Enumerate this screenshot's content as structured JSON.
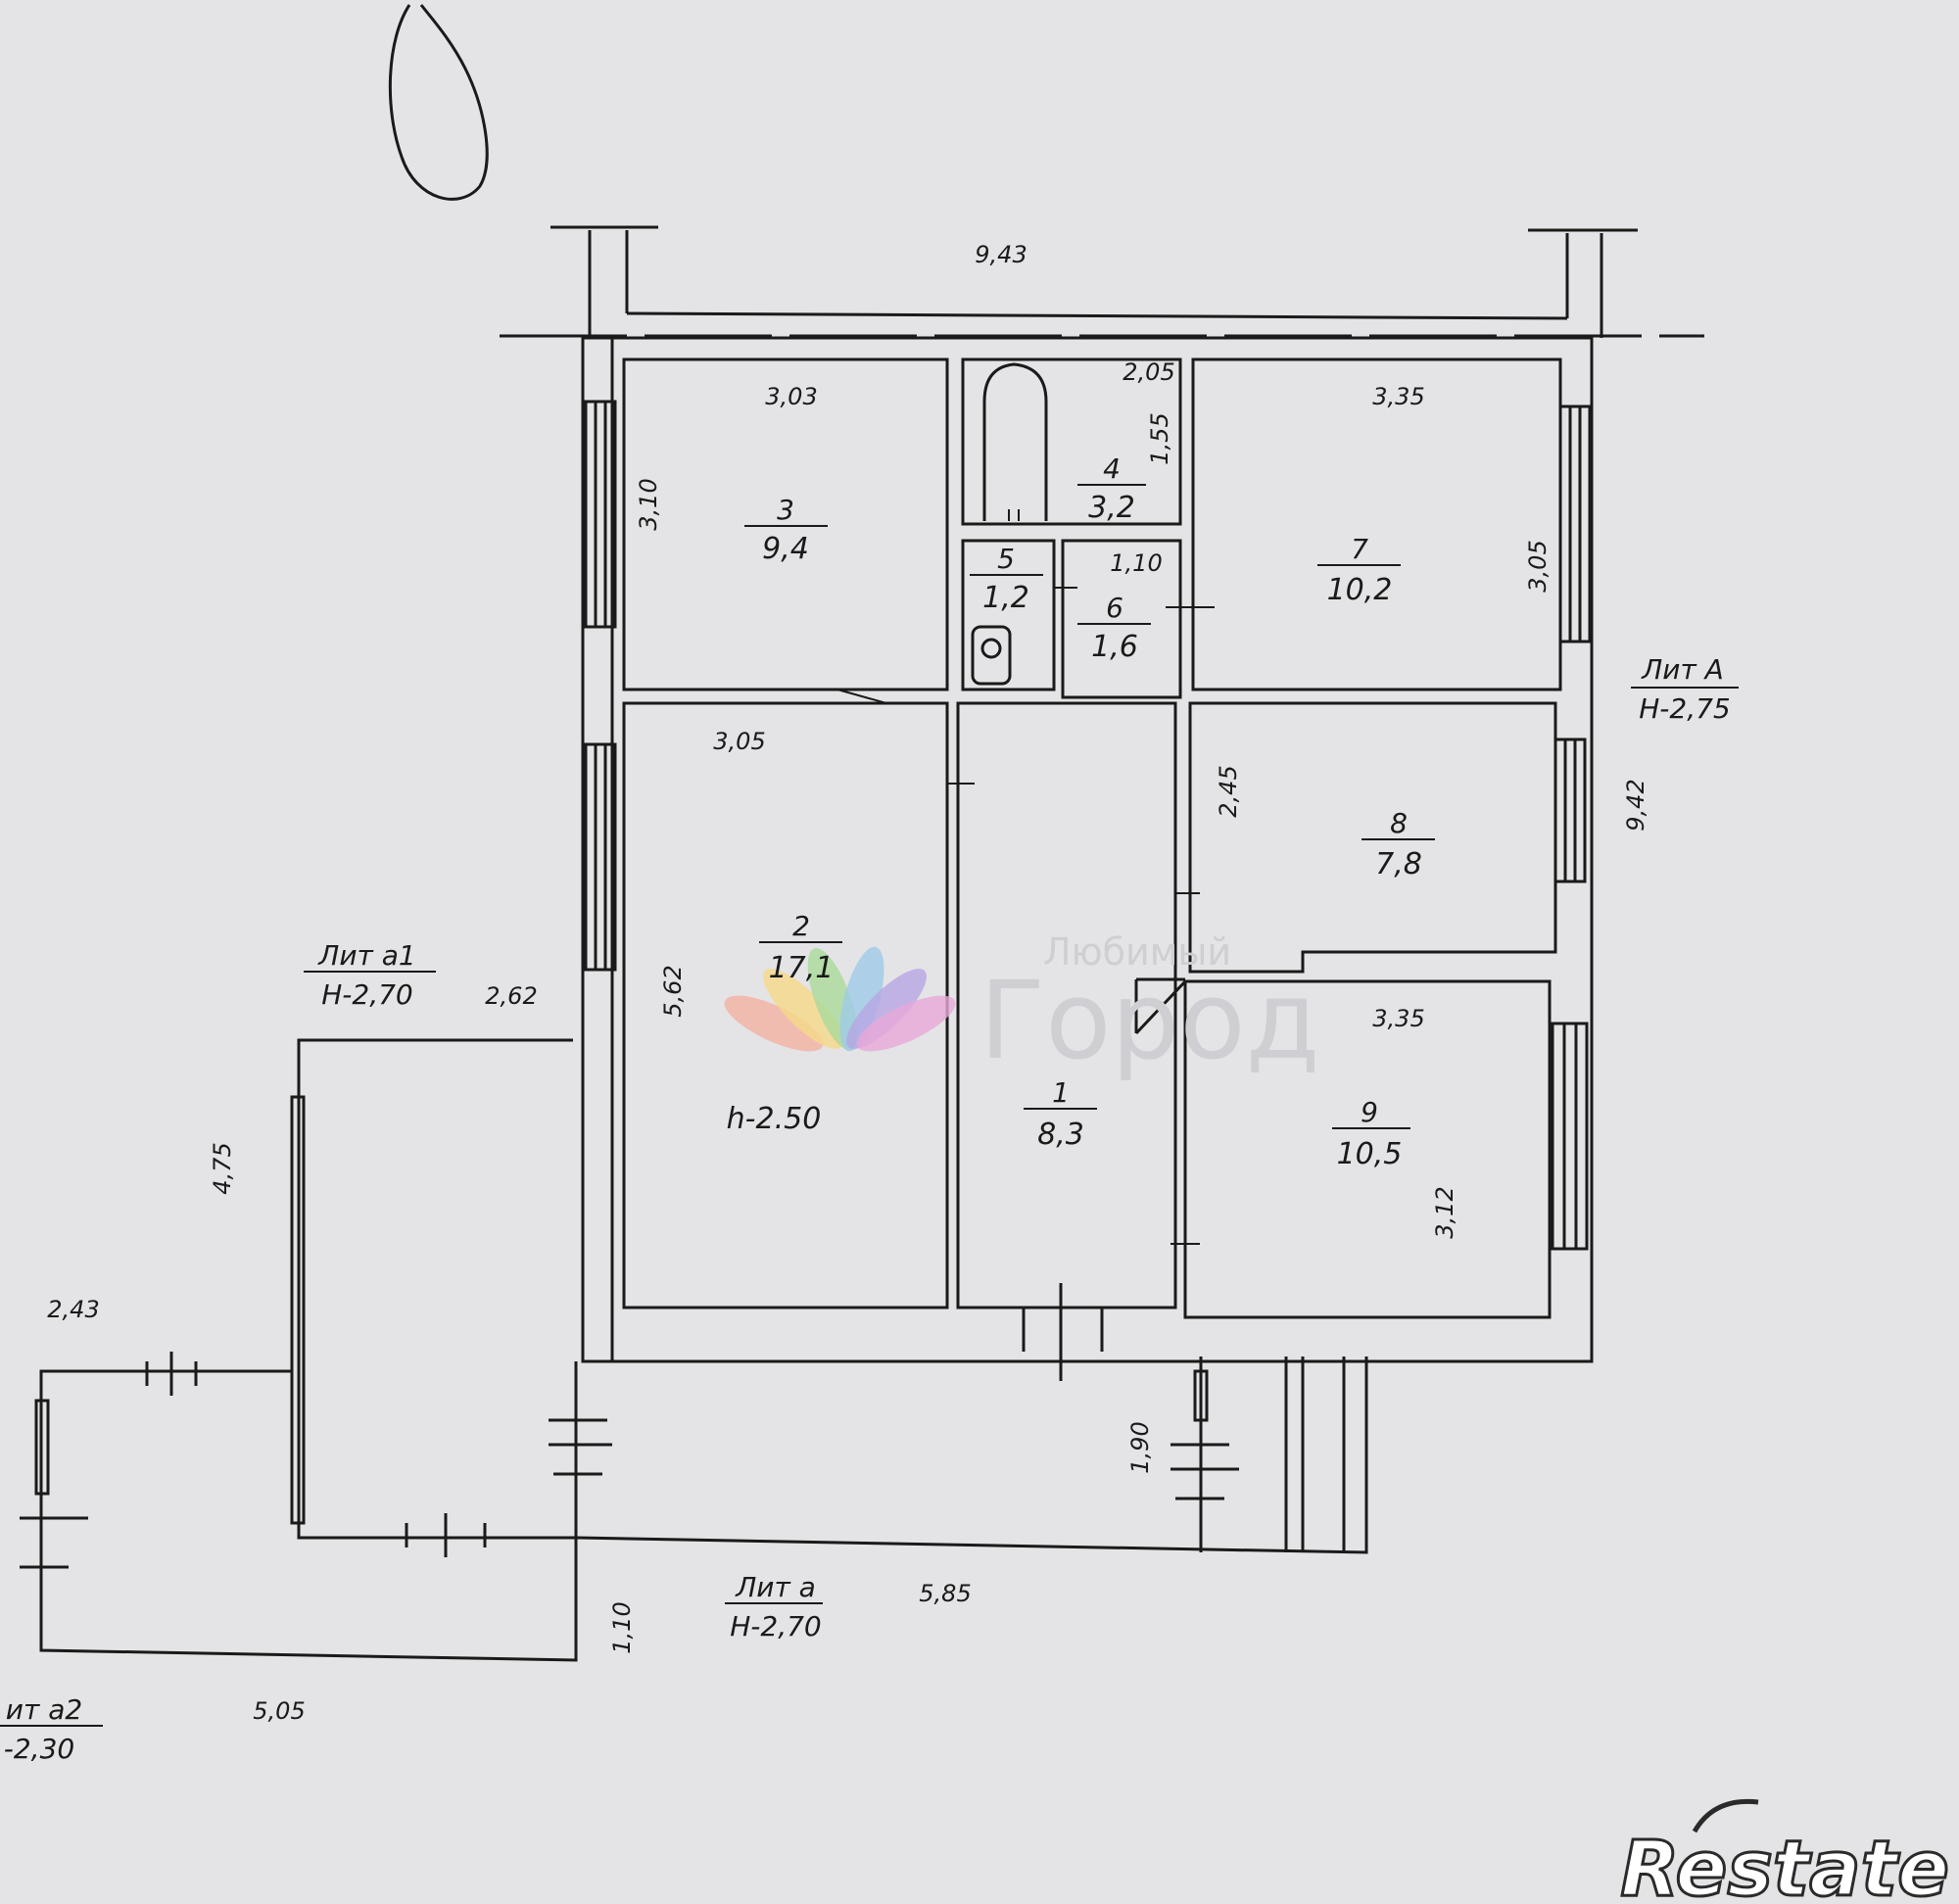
{
  "rooms": [
    {
      "num": "1",
      "area": "8,3"
    },
    {
      "num": "2",
      "area": "17,1"
    },
    {
      "num": "3",
      "area": "9,4"
    },
    {
      "num": "4",
      "area": "3,2"
    },
    {
      "num": "5",
      "area": "1,2"
    },
    {
      "num": "6",
      "area": "1,6"
    },
    {
      "num": "7",
      "area": "10,2"
    },
    {
      "num": "8",
      "area": "7,8"
    },
    {
      "num": "9",
      "area": "10,5"
    }
  ],
  "room2_height": "h-2.50",
  "dimensions": {
    "top_total": "9,43",
    "room3_width": "3,03",
    "room3_depth": "3,10",
    "room4_width": "2,05",
    "room4_depth": "1,55",
    "room6_width": "1,10",
    "room7_width": "3,35",
    "room7_depth": "3,05",
    "right_total": "9,42",
    "room2_width": "3,05",
    "room2_depth": "5,62",
    "room8_depth": "2,45",
    "room9_width": "3,35",
    "room9_depth": "3,12",
    "a1_width": "2,62",
    "a1_depth": "4,75",
    "a2_width": "2,43",
    "a_depth": "1,90",
    "a_width": "5,85",
    "a_side": "1,10",
    "a2_bottom": "5,05"
  },
  "liters": {
    "a_main": {
      "name": "Лит А",
      "height": "H-2,75"
    },
    "a1": {
      "name": "Лит а1",
      "height": "H-2,70"
    },
    "a": {
      "name": "Лит а",
      "height": "H-2,70"
    },
    "a2": {
      "name": "ит а2",
      "height": "-2,30"
    }
  },
  "watermark": {
    "line1": "Любимый",
    "line2": "Город"
  },
  "brand": {
    "name": "Restate"
  },
  "colors": {
    "ink": "#1a1a1a",
    "paper": "#e4e4e6"
  }
}
